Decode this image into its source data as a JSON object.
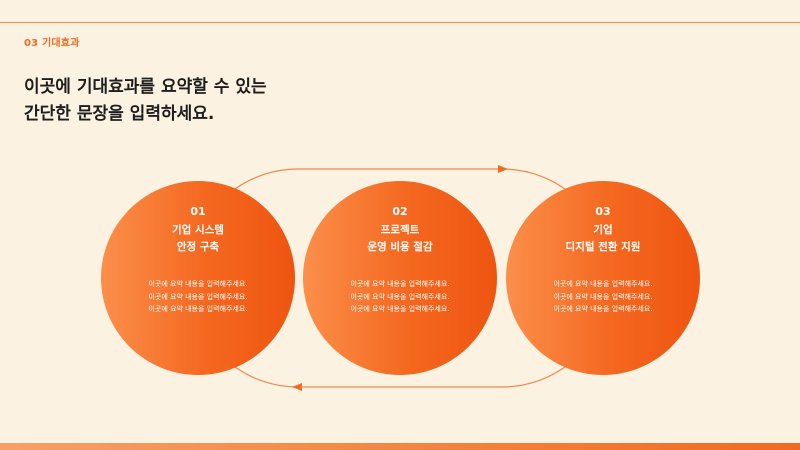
{
  "section_label": "03 기대효과",
  "headline": [
    "이곳에 기대효과를 요약할 수 있는",
    "간단한 문장을 입력하세요."
  ],
  "colors": {
    "accent": "#f26a21",
    "background": "#fbf2e2",
    "track": "#f08a4b"
  },
  "steps": [
    {
      "number": "01",
      "title": [
        "기업 시스템",
        "안정 구축"
      ],
      "desc": [
        "이곳에 요약 내용을 입력해주세요.",
        "이곳에 요약 내용을 입력해주세요.",
        "이곳에 요약 내용을 입력해주세요."
      ]
    },
    {
      "number": "02",
      "title": [
        "프로젝트",
        "운영 비용 절감"
      ],
      "desc": [
        "이곳에 요약 내용을 입력해주세요.",
        "이곳에 요약 내용을 입력해주세요.",
        "이곳에 요약 내용을 입력해주세요."
      ]
    },
    {
      "number": "03",
      "title": [
        "기업",
        "디지털 전환 지원"
      ],
      "desc": [
        "이곳에 요약 내용을 입력해주세요.",
        "이곳에 요약 내용을 입력해주세요.",
        "이곳에 요약 내용을 입력해주세요."
      ]
    }
  ]
}
